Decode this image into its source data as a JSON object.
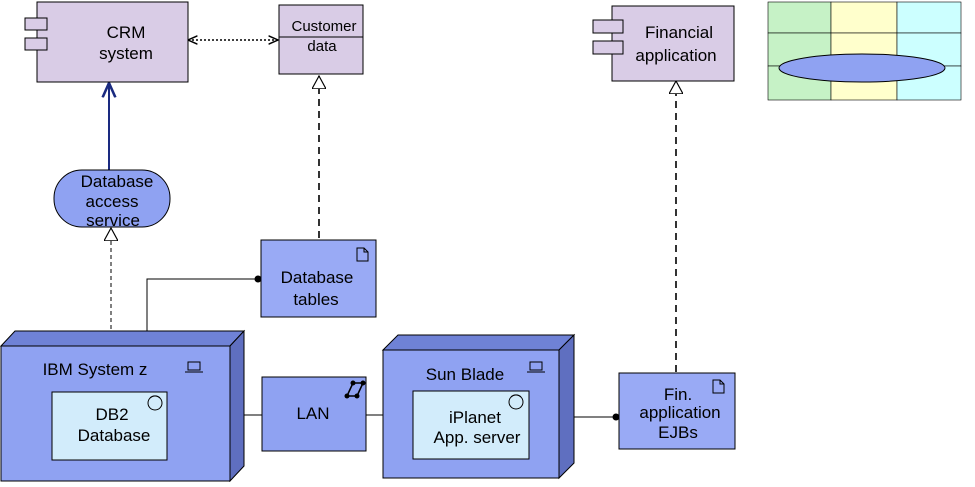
{
  "colors": {
    "application": "#d9cce6",
    "technology": "#8fa2f2",
    "technology_dark": "#5f6fc0",
    "artifact": "#99aaf5",
    "system_software": "#d2ecfb",
    "line": "#000000",
    "realization_arrow": "#1a2a80"
  },
  "nodes": {
    "crm_system": {
      "label_line1": "CRM",
      "label_line2": "system",
      "icon": "component-icon"
    },
    "customer_data": {
      "label_line1": "Customer",
      "label_line2": "data"
    },
    "financial_application": {
      "label_line1": "Financial",
      "label_line2": "application",
      "icon": "component-icon"
    },
    "database_access_service": {
      "label_line1": "Database",
      "label_line2": "access",
      "label_line3": "service"
    },
    "database_tables": {
      "label_line1": "Database",
      "label_line2": "tables",
      "icon": "artifact-icon"
    },
    "ibm_system_z": {
      "label": "IBM System z",
      "icon": "device-icon"
    },
    "db2_database": {
      "label_line1": "DB2",
      "label_line2": "Database",
      "icon": "system-software-icon"
    },
    "lan": {
      "label": "LAN",
      "icon": "network-icon"
    },
    "sun_blade": {
      "label": "Sun Blade",
      "icon": "device-icon"
    },
    "iplanet_server": {
      "label_line1": "iPlanet",
      "label_line2": "App. server",
      "icon": "system-software-icon"
    },
    "fin_application_ejbs": {
      "label_line1": "Fin.",
      "label_line2": "application",
      "label_line3": "EJBs",
      "icon": "artifact-icon"
    }
  },
  "legend": {
    "colors": [
      "#c6f2c6",
      "#ffffcc",
      "#ccffff"
    ]
  }
}
